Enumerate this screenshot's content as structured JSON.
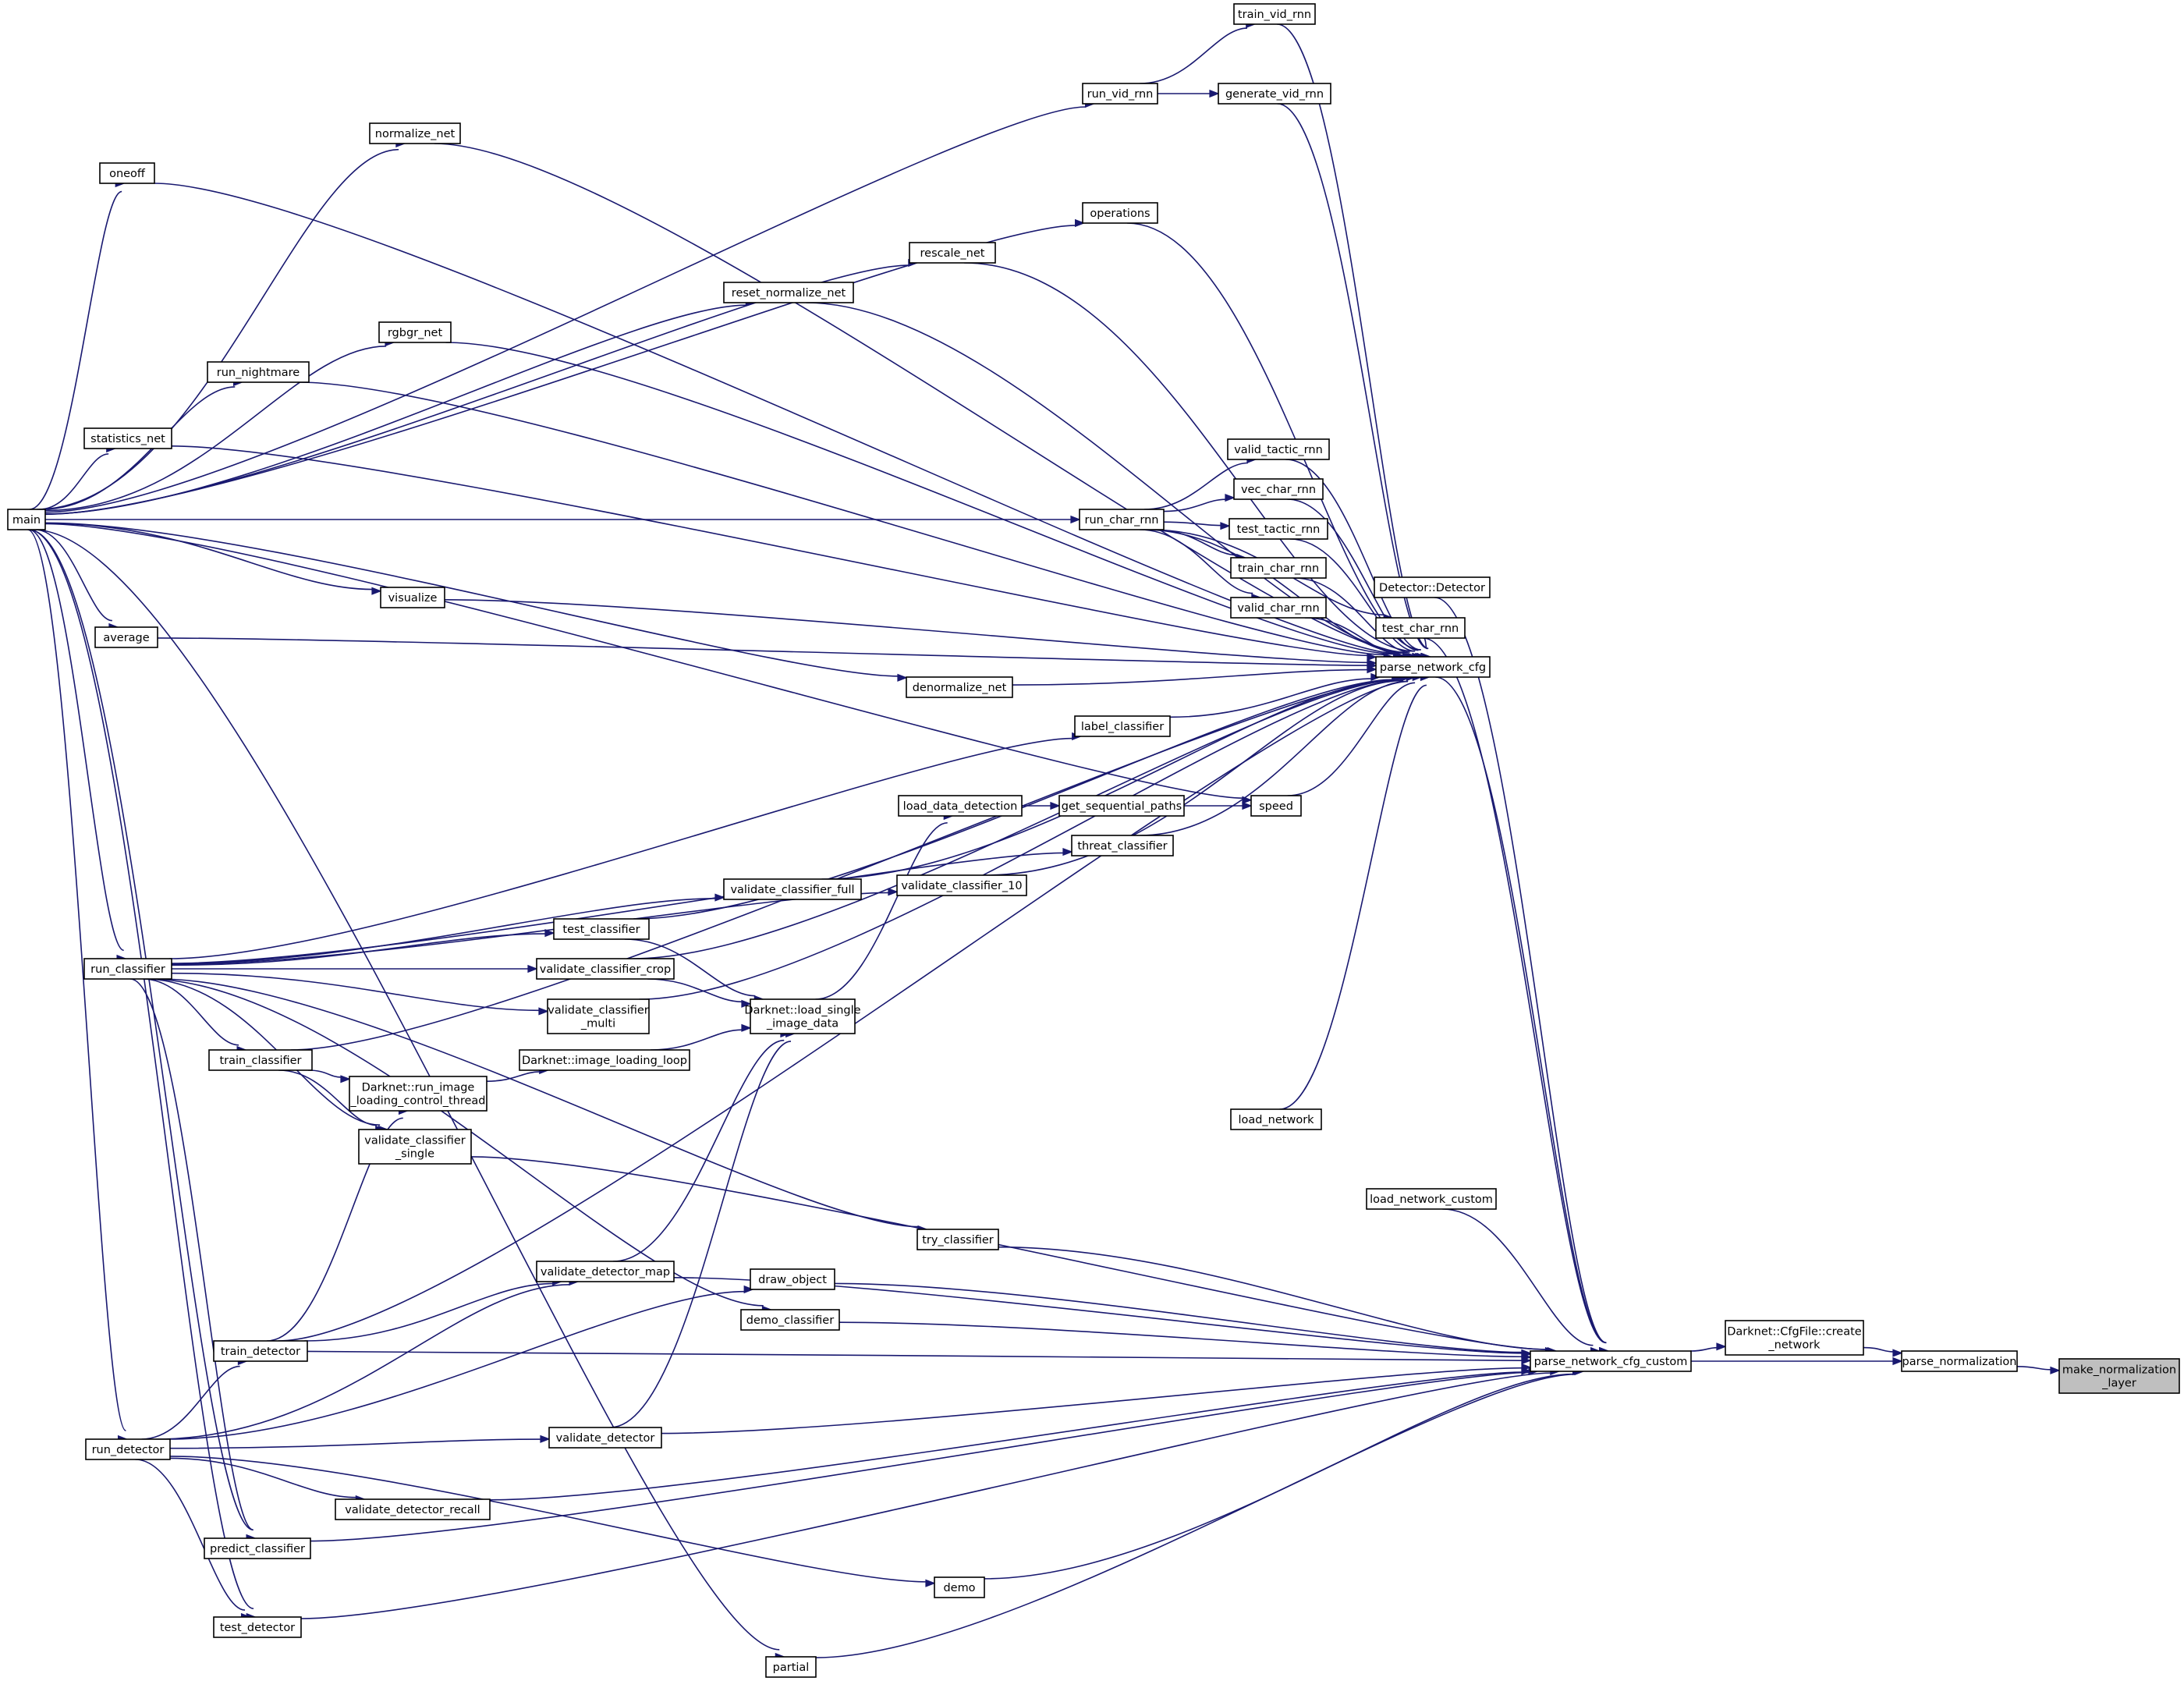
{
  "graph": {
    "edge_color": "#191970",
    "node_fill": "#ffffff",
    "focus_fill": "#bfbfbf",
    "focus_node": "make_normalization_layer",
    "nodes": [
      {
        "id": "make_normalization_layer",
        "lines": [
          "make_normalization",
          "_layer"
        ]
      },
      {
        "id": "parse_normalization",
        "lines": [
          "parse_normalization"
        ]
      },
      {
        "id": "create_network",
        "lines": [
          "Darknet::CfgFile::create",
          "_network"
        ]
      },
      {
        "id": "parse_network_cfg_custom",
        "lines": [
          "parse_network_cfg_custom"
        ]
      },
      {
        "id": "parse_network_cfg",
        "lines": [
          "parse_network_cfg"
        ]
      },
      {
        "id": "main",
        "lines": [
          "main"
        ]
      },
      {
        "id": "train_vid_rnn",
        "lines": [
          "train_vid_rnn"
        ]
      },
      {
        "id": "run_vid_rnn",
        "lines": [
          "run_vid_rnn"
        ]
      },
      {
        "id": "generate_vid_rnn",
        "lines": [
          "generate_vid_rnn"
        ]
      },
      {
        "id": "normalize_net",
        "lines": [
          "normalize_net"
        ]
      },
      {
        "id": "oneoff",
        "lines": [
          "oneoff"
        ]
      },
      {
        "id": "operations",
        "lines": [
          "operations"
        ]
      },
      {
        "id": "rescale_net",
        "lines": [
          "rescale_net"
        ]
      },
      {
        "id": "reset_normalize_net",
        "lines": [
          "reset_normalize_net"
        ]
      },
      {
        "id": "rgbgr_net",
        "lines": [
          "rgbgr_net"
        ]
      },
      {
        "id": "run_nightmare",
        "lines": [
          "run_nightmare"
        ]
      },
      {
        "id": "statistics_net",
        "lines": [
          "statistics_net"
        ]
      },
      {
        "id": "valid_tactic_rnn",
        "lines": [
          "valid_tactic_rnn"
        ]
      },
      {
        "id": "vec_char_rnn",
        "lines": [
          "vec_char_rnn"
        ]
      },
      {
        "id": "run_char_rnn",
        "lines": [
          "run_char_rnn"
        ]
      },
      {
        "id": "test_tactic_rnn",
        "lines": [
          "test_tactic_rnn"
        ]
      },
      {
        "id": "train_char_rnn",
        "lines": [
          "train_char_rnn"
        ]
      },
      {
        "id": "valid_char_rnn",
        "lines": [
          "valid_char_rnn"
        ]
      },
      {
        "id": "detector_ctor",
        "lines": [
          "Detector::Detector"
        ]
      },
      {
        "id": "test_char_rnn",
        "lines": [
          "test_char_rnn"
        ]
      },
      {
        "id": "visualize",
        "lines": [
          "visualize"
        ]
      },
      {
        "id": "average",
        "lines": [
          "average"
        ]
      },
      {
        "id": "denormalize_net",
        "lines": [
          "denormalize_net"
        ]
      },
      {
        "id": "label_classifier",
        "lines": [
          "label_classifier"
        ]
      },
      {
        "id": "load_data_detection",
        "lines": [
          "load_data_detection"
        ]
      },
      {
        "id": "get_sequential_paths",
        "lines": [
          "get_sequential_paths"
        ]
      },
      {
        "id": "speed",
        "lines": [
          "speed"
        ]
      },
      {
        "id": "threat_classifier",
        "lines": [
          "threat_classifier"
        ]
      },
      {
        "id": "validate_classifier_full",
        "lines": [
          "validate_classifier_full"
        ]
      },
      {
        "id": "validate_classifier_10",
        "lines": [
          "validate_classifier_10"
        ]
      },
      {
        "id": "run_classifier",
        "lines": [
          "run_classifier"
        ]
      },
      {
        "id": "test_classifier",
        "lines": [
          "test_classifier"
        ]
      },
      {
        "id": "validate_classifier_crop",
        "lines": [
          "validate_classifier_crop"
        ]
      },
      {
        "id": "load_single_image_data",
        "lines": [
          "Darknet::load_single",
          "_image_data"
        ]
      },
      {
        "id": "validate_classifier_multi",
        "lines": [
          "validate_classifier",
          "_multi"
        ]
      },
      {
        "id": "image_loading_loop",
        "lines": [
          "Darknet::image_loading_loop"
        ]
      },
      {
        "id": "train_classifier",
        "lines": [
          "train_classifier"
        ]
      },
      {
        "id": "run_image_loading_control_thread",
        "lines": [
          "Darknet::run_image",
          "_loading_control_thread"
        ]
      },
      {
        "id": "load_network",
        "lines": [
          "load_network"
        ]
      },
      {
        "id": "validate_classifier_single",
        "lines": [
          "validate_classifier",
          "_single"
        ]
      },
      {
        "id": "load_network_custom",
        "lines": [
          "load_network_custom"
        ]
      },
      {
        "id": "try_classifier",
        "lines": [
          "try_classifier"
        ]
      },
      {
        "id": "draw_object",
        "lines": [
          "draw_object"
        ]
      },
      {
        "id": "validate_detector_map",
        "lines": [
          "validate_detector_map"
        ]
      },
      {
        "id": "demo_classifier",
        "lines": [
          "demo_classifier"
        ]
      },
      {
        "id": "train_detector",
        "lines": [
          "train_detector"
        ]
      },
      {
        "id": "run_detector",
        "lines": [
          "run_detector"
        ]
      },
      {
        "id": "validate_detector",
        "lines": [
          "validate_detector"
        ]
      },
      {
        "id": "validate_detector_recall",
        "lines": [
          "validate_detector_recall"
        ]
      },
      {
        "id": "predict_classifier",
        "lines": [
          "predict_classifier"
        ]
      },
      {
        "id": "demo",
        "lines": [
          "demo"
        ]
      },
      {
        "id": "test_detector",
        "lines": [
          "test_detector"
        ]
      },
      {
        "id": "partial",
        "lines": [
          "partial"
        ]
      }
    ],
    "edges": [
      {
        "from": "parse_normalization",
        "to": "make_normalization_layer"
      },
      {
        "from": "create_network",
        "to": "parse_normalization"
      },
      {
        "from": "parse_network_cfg_custom",
        "to": "parse_normalization"
      },
      {
        "from": "parse_network_cfg_custom",
        "to": "create_network"
      },
      {
        "from": "parse_network_cfg",
        "to": "parse_network_cfg_custom"
      },
      {
        "from": "detector_ctor",
        "to": "parse_network_cfg_custom"
      },
      {
        "from": "test_char_rnn",
        "to": "parse_network_cfg_custom"
      },
      {
        "from": "load_network_custom",
        "to": "parse_network_cfg_custom"
      },
      {
        "from": "validate_classifier_single",
        "to": "parse_network_cfg_custom"
      },
      {
        "from": "try_classifier",
        "to": "parse_network_cfg_custom"
      },
      {
        "from": "draw_object",
        "to": "parse_network_cfg_custom"
      },
      {
        "from": "validate_detector_map",
        "to": "parse_network_cfg_custom"
      },
      {
        "from": "demo_classifier",
        "to": "parse_network_cfg_custom"
      },
      {
        "from": "train_detector",
        "to": "parse_network_cfg_custom"
      },
      {
        "from": "validate_detector",
        "to": "parse_network_cfg_custom"
      },
      {
        "from": "validate_detector_recall",
        "to": "parse_network_cfg_custom"
      },
      {
        "from": "predict_classifier",
        "to": "parse_network_cfg_custom"
      },
      {
        "from": "demo",
        "to": "parse_network_cfg_custom"
      },
      {
        "from": "test_detector",
        "to": "parse_network_cfg_custom"
      },
      {
        "from": "partial",
        "to": "parse_network_cfg_custom"
      },
      {
        "from": "train_vid_rnn",
        "to": "parse_network_cfg"
      },
      {
        "from": "generate_vid_rnn",
        "to": "parse_network_cfg"
      },
      {
        "from": "normalize_net",
        "to": "parse_network_cfg"
      },
      {
        "from": "oneoff",
        "to": "parse_network_cfg"
      },
      {
        "from": "operations",
        "to": "parse_network_cfg"
      },
      {
        "from": "rescale_net",
        "to": "parse_network_cfg"
      },
      {
        "from": "reset_normalize_net",
        "to": "parse_network_cfg"
      },
      {
        "from": "rgbgr_net",
        "to": "parse_network_cfg"
      },
      {
        "from": "run_nightmare",
        "to": "parse_network_cfg"
      },
      {
        "from": "statistics_net",
        "to": "parse_network_cfg"
      },
      {
        "from": "valid_tactic_rnn",
        "to": "parse_network_cfg"
      },
      {
        "from": "vec_char_rnn",
        "to": "parse_network_cfg"
      },
      {
        "from": "run_char_rnn",
        "to": "parse_network_cfg"
      },
      {
        "from": "test_tactic_rnn",
        "to": "parse_network_cfg"
      },
      {
        "from": "train_char_rnn",
        "to": "parse_network_cfg"
      },
      {
        "from": "valid_char_rnn",
        "to": "parse_network_cfg"
      },
      {
        "from": "visualize",
        "to": "parse_network_cfg"
      },
      {
        "from": "average",
        "to": "parse_network_cfg"
      },
      {
        "from": "denormalize_net",
        "to": "parse_network_cfg"
      },
      {
        "from": "label_classifier",
        "to": "parse_network_cfg"
      },
      {
        "from": "speed",
        "to": "parse_network_cfg"
      },
      {
        "from": "threat_classifier",
        "to": "parse_network_cfg"
      },
      {
        "from": "validate_classifier_full",
        "to": "parse_network_cfg"
      },
      {
        "from": "validate_classifier_10",
        "to": "parse_network_cfg"
      },
      {
        "from": "test_classifier",
        "to": "parse_network_cfg"
      },
      {
        "from": "validate_classifier_crop",
        "to": "parse_network_cfg"
      },
      {
        "from": "validate_classifier_multi",
        "to": "parse_network_cfg"
      },
      {
        "from": "train_classifier",
        "to": "parse_network_cfg"
      },
      {
        "from": "load_network",
        "to": "parse_network_cfg"
      },
      {
        "from": "train_detector",
        "to": "parse_network_cfg"
      },
      {
        "from": "test_char_rnn",
        "to": "parse_network_cfg"
      },
      {
        "from": "run_vid_rnn",
        "to": "train_vid_rnn"
      },
      {
        "from": "run_vid_rnn",
        "to": "generate_vid_rnn"
      },
      {
        "from": "main",
        "to": "run_vid_rnn"
      },
      {
        "from": "main",
        "to": "normalize_net"
      },
      {
        "from": "main",
        "to": "oneoff"
      },
      {
        "from": "main",
        "to": "operations"
      },
      {
        "from": "main",
        "to": "rescale_net"
      },
      {
        "from": "main",
        "to": "reset_normalize_net"
      },
      {
        "from": "main",
        "to": "rgbgr_net"
      },
      {
        "from": "main",
        "to": "run_nightmare"
      },
      {
        "from": "main",
        "to": "statistics_net"
      },
      {
        "from": "main",
        "to": "run_char_rnn"
      },
      {
        "from": "main",
        "to": "visualize"
      },
      {
        "from": "main",
        "to": "average"
      },
      {
        "from": "main",
        "to": "denormalize_net"
      },
      {
        "from": "main",
        "to": "speed"
      },
      {
        "from": "main",
        "to": "run_classifier"
      },
      {
        "from": "main",
        "to": "run_detector"
      },
      {
        "from": "main",
        "to": "predict_classifier"
      },
      {
        "from": "main",
        "to": "test_detector"
      },
      {
        "from": "main",
        "to": "partial"
      },
      {
        "from": "run_char_rnn",
        "to": "valid_tactic_rnn"
      },
      {
        "from": "run_char_rnn",
        "to": "vec_char_rnn"
      },
      {
        "from": "run_char_rnn",
        "to": "test_tactic_rnn"
      },
      {
        "from": "run_char_rnn",
        "to": "train_char_rnn"
      },
      {
        "from": "run_char_rnn",
        "to": "valid_char_rnn"
      },
      {
        "from": "run_char_rnn",
        "to": "test_char_rnn"
      },
      {
        "from": "get_sequential_paths",
        "to": "speed"
      },
      {
        "from": "load_data_detection",
        "to": "get_sequential_paths"
      },
      {
        "from": "load_single_image_data",
        "to": "load_data_detection"
      },
      {
        "from": "run_classifier",
        "to": "label_classifier"
      },
      {
        "from": "run_classifier",
        "to": "threat_classifier"
      },
      {
        "from": "run_classifier",
        "to": "validate_classifier_full"
      },
      {
        "from": "run_classifier",
        "to": "validate_classifier_10"
      },
      {
        "from": "run_classifier",
        "to": "test_classifier"
      },
      {
        "from": "run_classifier",
        "to": "validate_classifier_crop"
      },
      {
        "from": "run_classifier",
        "to": "validate_classifier_multi"
      },
      {
        "from": "run_classifier",
        "to": "train_classifier"
      },
      {
        "from": "run_classifier",
        "to": "validate_classifier_single"
      },
      {
        "from": "run_classifier",
        "to": "try_classifier"
      },
      {
        "from": "run_classifier",
        "to": "demo_classifier"
      },
      {
        "from": "run_classifier",
        "to": "predict_classifier"
      },
      {
        "from": "test_classifier",
        "to": "load_single_image_data"
      },
      {
        "from": "validate_classifier_crop",
        "to": "load_single_image_data"
      },
      {
        "from": "image_loading_loop",
        "to": "load_single_image_data"
      },
      {
        "from": "validate_detector_map",
        "to": "load_single_image_data"
      },
      {
        "from": "validate_detector",
        "to": "load_single_image_data"
      },
      {
        "from": "run_image_loading_control_thread",
        "to": "image_loading_loop"
      },
      {
        "from": "train_classifier",
        "to": "run_image_loading_control_thread"
      },
      {
        "from": "train_detector",
        "to": "run_image_loading_control_thread"
      },
      {
        "from": "train_classifier",
        "to": "validate_classifier_single"
      },
      {
        "from": "run_detector",
        "to": "draw_object"
      },
      {
        "from": "run_detector",
        "to": "validate_detector_map"
      },
      {
        "from": "train_detector",
        "to": "validate_detector_map"
      },
      {
        "from": "run_detector",
        "to": "train_detector"
      },
      {
        "from": "run_detector",
        "to": "validate_detector"
      },
      {
        "from": "run_detector",
        "to": "validate_detector_recall"
      },
      {
        "from": "run_detector",
        "to": "demo"
      },
      {
        "from": "run_detector",
        "to": "test_detector"
      }
    ]
  }
}
